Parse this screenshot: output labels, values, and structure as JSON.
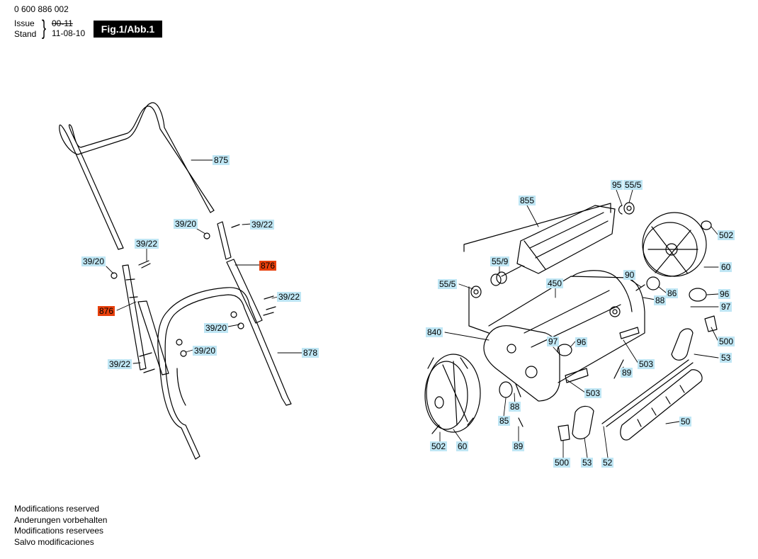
{
  "header": {
    "part_number": "0 600 886 002",
    "issue_label": "Issue",
    "stand_label": "Stand",
    "issue_value": "00-11",
    "stand_value": "11-08-10",
    "figure_badge": "Fig.1/Abb.1"
  },
  "colors": {
    "label_bg": "#bfe6f4",
    "highlight_bg": "#e8400c",
    "line": "#000000"
  },
  "labels": [
    {
      "id": "l875",
      "text": "875"
    },
    {
      "id": "l39_20a",
      "text": "39/20"
    },
    {
      "id": "l39_22a",
      "text": "39/22"
    },
    {
      "id": "l39_22b",
      "text": "39/22"
    },
    {
      "id": "l39_20b",
      "text": "39/20"
    },
    {
      "id": "l876a",
      "text": "876",
      "highlight": true
    },
    {
      "id": "l876b",
      "text": "876",
      "highlight": true
    },
    {
      "id": "l39_22c",
      "text": "39/22"
    },
    {
      "id": "l39_20c",
      "text": "39/20"
    },
    {
      "id": "l878",
      "text": "878"
    },
    {
      "id": "l39_20d",
      "text": "39/20"
    },
    {
      "id": "l39_22d",
      "text": "39/22"
    },
    {
      "id": "l95",
      "text": "95"
    },
    {
      "id": "l55_5a",
      "text": "55/5"
    },
    {
      "id": "l855",
      "text": "855"
    },
    {
      "id": "l502a",
      "text": "502"
    },
    {
      "id": "l55_9",
      "text": "55/9"
    },
    {
      "id": "l60a",
      "text": "60"
    },
    {
      "id": "l90",
      "text": "90"
    },
    {
      "id": "l55_5b",
      "text": "55/5"
    },
    {
      "id": "l450",
      "text": "450"
    },
    {
      "id": "l86",
      "text": "86"
    },
    {
      "id": "l96a",
      "text": "96"
    },
    {
      "id": "l88a",
      "text": "88"
    },
    {
      "id": "l97a",
      "text": "97"
    },
    {
      "id": "l840",
      "text": "840"
    },
    {
      "id": "l97b",
      "text": "97"
    },
    {
      "id": "l96b",
      "text": "96"
    },
    {
      "id": "l500a",
      "text": "500"
    },
    {
      "id": "l53a",
      "text": "53"
    },
    {
      "id": "l503a",
      "text": "503"
    },
    {
      "id": "l89a",
      "text": "89"
    },
    {
      "id": "l503b",
      "text": "503"
    },
    {
      "id": "l88b",
      "text": "88"
    },
    {
      "id": "l85",
      "text": "85"
    },
    {
      "id": "l50",
      "text": "50"
    },
    {
      "id": "l502b",
      "text": "502"
    },
    {
      "id": "l60b",
      "text": "60"
    },
    {
      "id": "l89b",
      "text": "89"
    },
    {
      "id": "l500b",
      "text": "500"
    },
    {
      "id": "l53b",
      "text": "53"
    },
    {
      "id": "l52",
      "text": "52"
    }
  ],
  "notes": [
    "Modifications reserved",
    "Anderungen vorbehalten",
    "Modifications reservees",
    "Salvo modificaciones"
  ]
}
